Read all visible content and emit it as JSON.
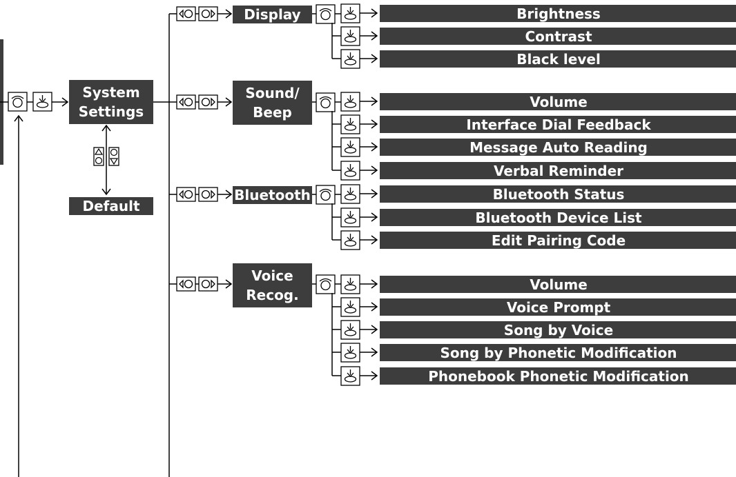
{
  "root_menu": {
    "line1": "System",
    "line2": "Settings"
  },
  "default_item": "Default",
  "categories": [
    {
      "id": "display",
      "label": "Display",
      "label2": "",
      "items": [
        "Brightness",
        "Contrast",
        "Black level"
      ]
    },
    {
      "id": "sound",
      "label": "Sound/",
      "label2": "Beep",
      "items": [
        "Volume",
        "Interface Dial Feedback",
        "Message Auto Reading",
        "Verbal Reminder"
      ]
    },
    {
      "id": "bluetooth",
      "label": "Bluetooth",
      "label2": "",
      "items": [
        "Bluetooth Status",
        "Bluetooth Device List",
        "Edit Pairing Code"
      ]
    },
    {
      "id": "voice",
      "label": "Voice",
      "label2": "Recog.",
      "items": [
        "Volume",
        "Voice Prompt",
        "Song by Voice",
        "Song by Phonetic Modification",
        "Phonebook Phonetic Modification"
      ]
    }
  ],
  "icons": {
    "menu_button": "menu-button-icon",
    "dial_press": "dial-press-icon",
    "dial_rotate": "dial-rotate-icon",
    "dial_move_up_down": "dial-move-updown-icon"
  }
}
